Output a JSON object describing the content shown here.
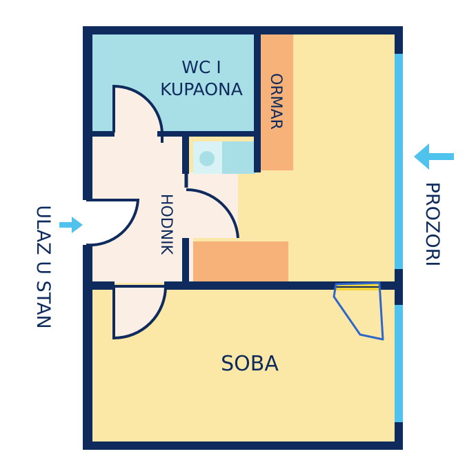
{
  "labels": {
    "wc_line1": "WC I",
    "wc_line2": "KUPAONA",
    "ormar": "ORMAR",
    "hodnik": "HODNIK",
    "soba": "SOBA",
    "ulaz": "ULAZ U STAN",
    "prozori": "PROZORI"
  },
  "colors": {
    "wall": "#0f2a5c",
    "bathroom": "#a8dfe6",
    "hallway": "#fbeee5",
    "room": "#fbe7a6",
    "wardrobe": "#f7b27a",
    "window": "#4fc3ee",
    "arrow": "#4fc3ee",
    "sketch_blue": "#2f66c9",
    "sketch_yellow": "#f2d53a"
  },
  "icons": [
    "entrance-arrow-icon",
    "window-arrow-icon"
  ]
}
